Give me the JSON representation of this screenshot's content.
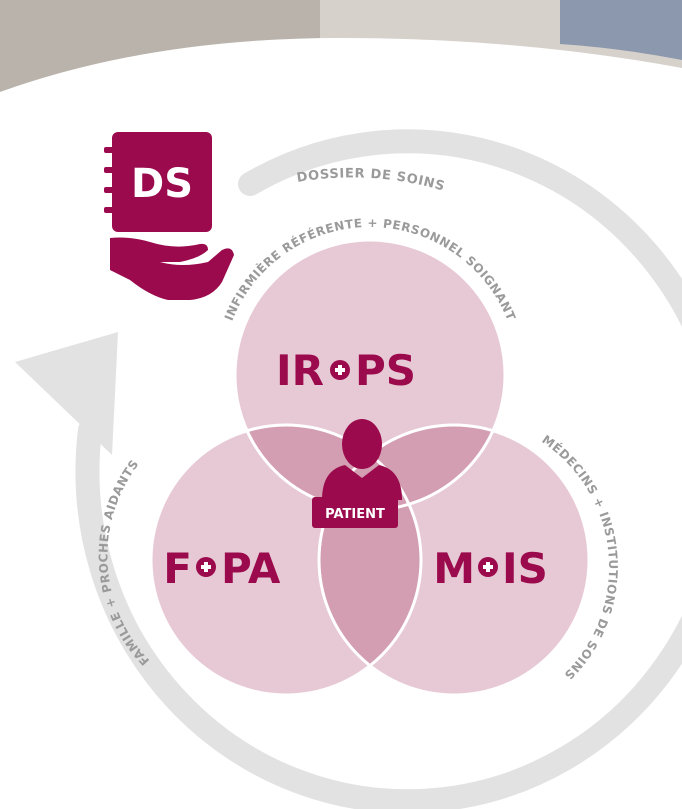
{
  "colors": {
    "brand": "#9b0a4c",
    "circle_fill": "#e7c9d5",
    "overlap_fill": "#d39db2",
    "arrow_gray": "#e2e2e2",
    "label_gray": "#9a9a9a"
  },
  "header": {
    "book_label": "DS",
    "cycle_title": "DOSSIER DE SOINS"
  },
  "circles": {
    "top": {
      "abbr_left": "IR",
      "abbr_right": "PS",
      "arc_label": "INFIRMIÈRE RÉFÉRENTE + PERSONNEL SOIGNANT"
    },
    "left": {
      "abbr_left": "F",
      "abbr_right": "PA",
      "arc_label": "FAMILLE + PROCHES AIDANTS"
    },
    "right": {
      "abbr_left": "M",
      "abbr_right": "IS",
      "arc_label": "MÉDECINS + INSTITUTIONS DE SOINS"
    }
  },
  "center": {
    "label": "PATIENT"
  },
  "icons": [
    "notebook-icon",
    "hand-icon",
    "person-icon",
    "plus-icon",
    "cycle-arrow-icon"
  ]
}
